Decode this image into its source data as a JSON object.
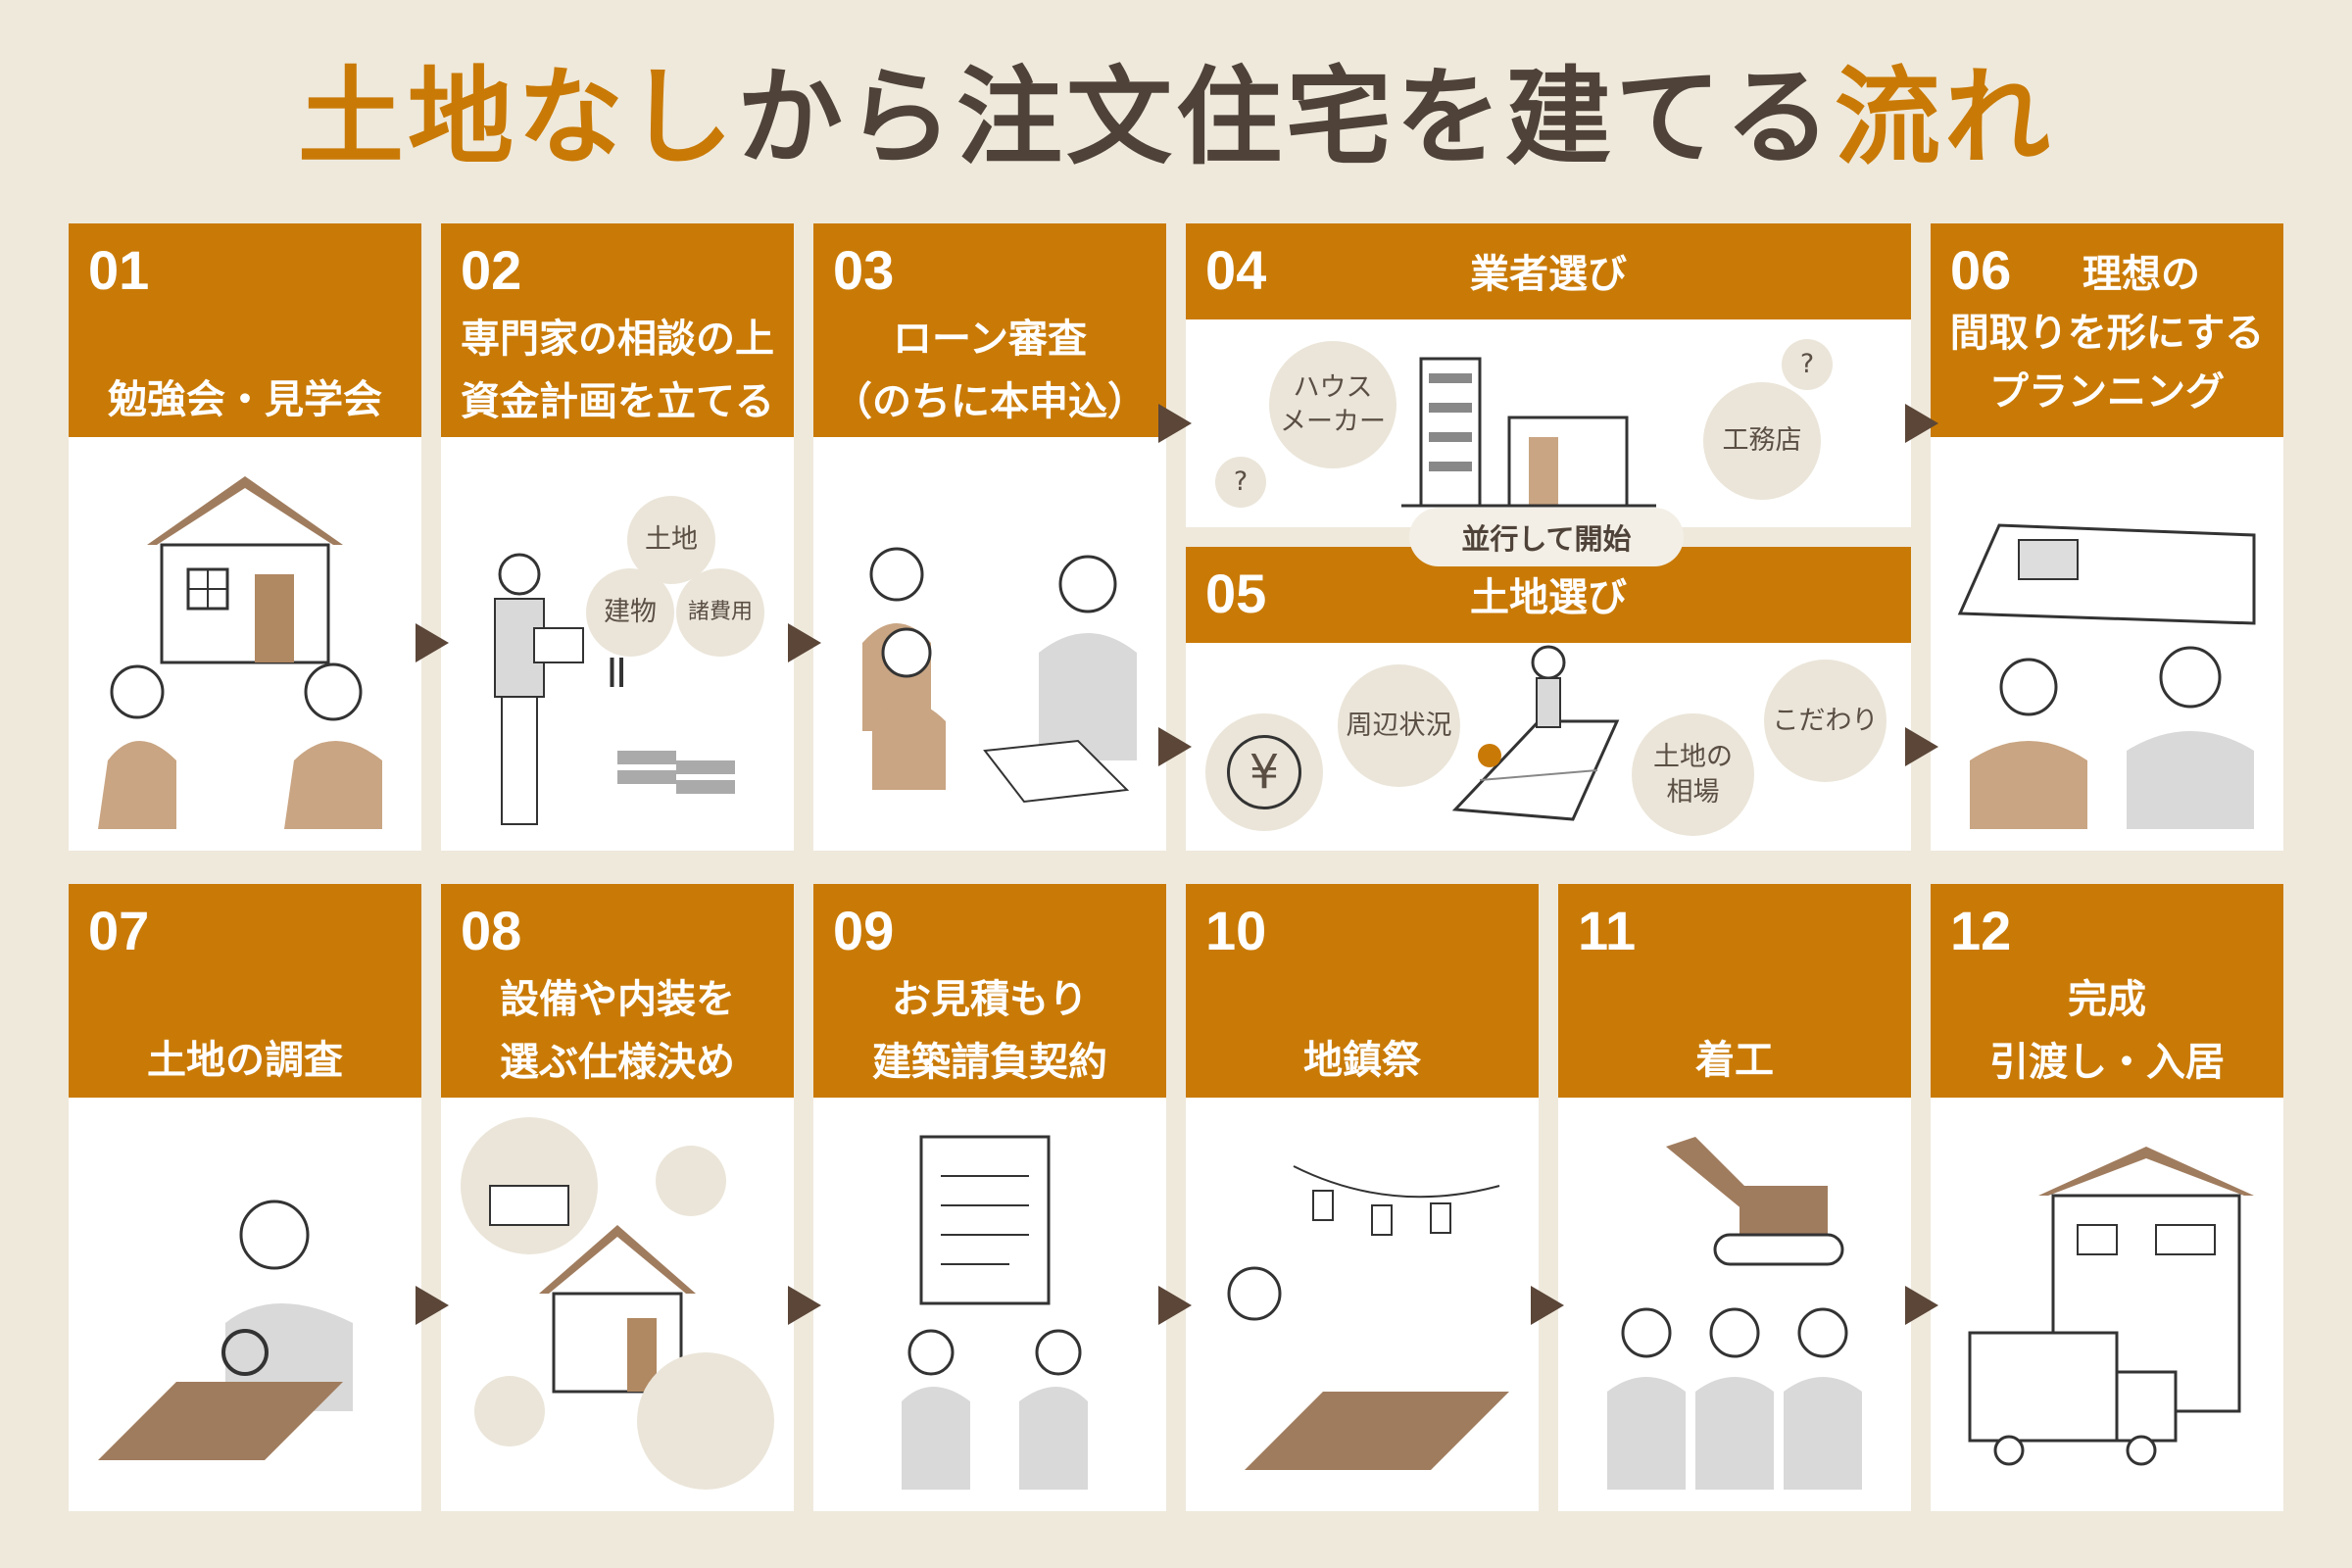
{
  "title": {
    "part1": "土地なし",
    "part2": "から注文住宅を建てる",
    "part3": "流れ"
  },
  "steps": [
    {
      "num": "01",
      "lines": [
        "勉強会・見学会"
      ]
    },
    {
      "num": "02",
      "lines": [
        "専門家の相談の上",
        "資金計画を立てる"
      ],
      "bubbles": [
        "土地",
        "建物",
        "諸費用"
      ],
      "equal": "="
    },
    {
      "num": "03",
      "lines": [
        "ローン審査",
        "（のちに本申込）"
      ]
    },
    {
      "num": "04",
      "lines": [
        "業者選び"
      ],
      "bubbles": [
        "ハウス\nメーカー",
        "工務店",
        "?",
        "?"
      ]
    },
    {
      "num": "05",
      "lines": [
        "土地選び"
      ],
      "bubbles": [
        "¥",
        "周辺状況",
        "土地の\n相場",
        "こだわり"
      ]
    },
    {
      "num": "06",
      "lines": [
        "理想の",
        "間取りを形にする",
        "プランニング"
      ]
    },
    {
      "num": "07",
      "lines": [
        "土地の調査"
      ]
    },
    {
      "num": "08",
      "lines": [
        "設備や内装を",
        "選ぶ仕様決め"
      ]
    },
    {
      "num": "09",
      "lines": [
        "お見積もり",
        "建築請負契約"
      ]
    },
    {
      "num": "10",
      "lines": [
        "地鎮祭"
      ]
    },
    {
      "num": "11",
      "lines": [
        "着工"
      ]
    },
    {
      "num": "12",
      "lines": [
        "完成",
        "引渡し・入居"
      ]
    }
  ],
  "parallel_label": "並行して開始",
  "colors": {
    "accent": "#c97a06",
    "dark": "#4f4339",
    "background": "#efe9dc",
    "arrow": "#5b4638",
    "bubble": "#ebe5d9"
  }
}
